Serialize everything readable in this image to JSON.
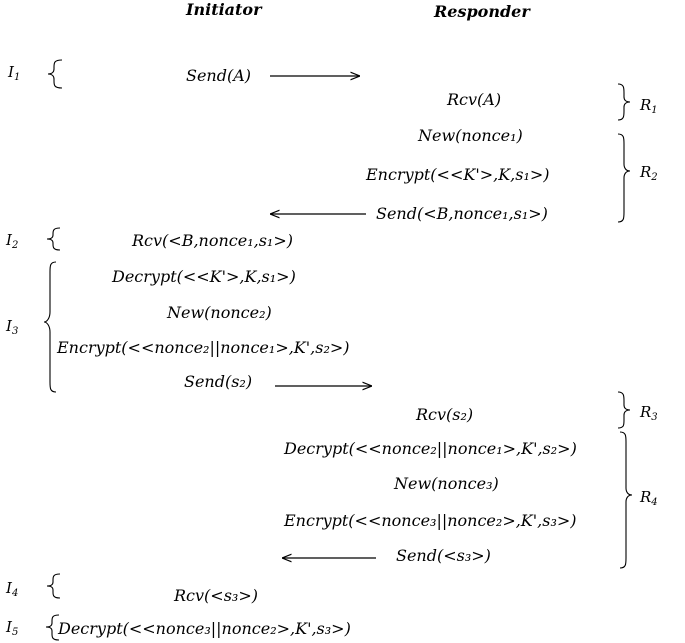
{
  "headers": {
    "initiator": "Initiator",
    "responder": "Responder"
  },
  "labels": {
    "i1": {
      "main": "I",
      "sub": "1"
    },
    "i2": {
      "main": "I",
      "sub": "2"
    },
    "i3": {
      "main": "I",
      "sub": "3"
    },
    "i4": {
      "main": "I",
      "sub": "4"
    },
    "i5": {
      "main": "I",
      "sub": "5"
    },
    "r1": {
      "main": "R",
      "sub": "1"
    },
    "r2": {
      "main": "R",
      "sub": "2"
    },
    "r3": {
      "main": "R",
      "sub": "3"
    },
    "r4": {
      "main": "R",
      "sub": "4"
    }
  },
  "steps": {
    "send_a": "Send(A)",
    "rcv_a": "Rcv(A)",
    "new_nonce1": "New(nonce₁)",
    "encrypt_k": "Encrypt(<<K'>,K,s₁>)",
    "send_b": "Send(<B,nonce₁,s₁>)",
    "rcv_b": "Rcv(<B,nonce₁,s₁>)",
    "decrypt_k": "Decrypt(<<K'>,K,s₁>)",
    "new_nonce2": "New(nonce₂)",
    "encrypt_n2n1": "Encrypt(<<nonce₂||nonce₁>,K',s₂>)",
    "send_s2": "Send(s₂)",
    "rcv_s2": "Rcv(s₂)",
    "decrypt_n2n1": "Decrypt(<<nonce₂||nonce₁>,K',s₂>)",
    "new_nonce3": "New(nonce₃)",
    "encrypt_n3n2": "Encrypt(<<nonce₃||nonce₂>,K',s₃>)",
    "send_s3": "Send(<s₃>)",
    "rcv_s3": "Rcv(<s₃>)",
    "decrypt_n3n2": "Decrypt(<<nonce₃||nonce₂>,K',s₃>)"
  }
}
